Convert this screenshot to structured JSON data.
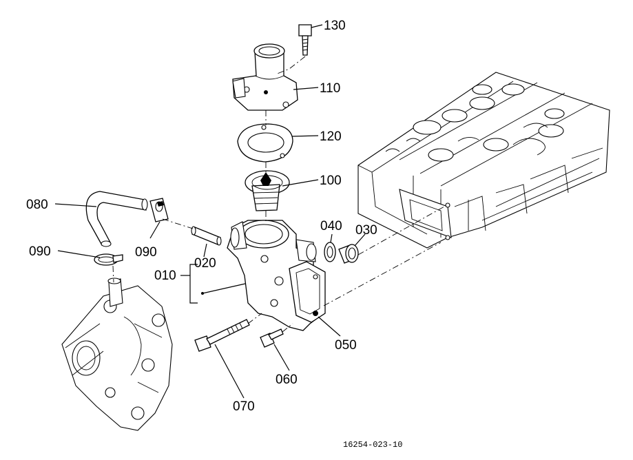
{
  "callouts": {
    "c010": "010",
    "c020": "020",
    "c030": "030",
    "c040": "040",
    "c050": "050",
    "c060": "060",
    "c070": "070",
    "c080": "080",
    "c090a": "090",
    "c090b": "090",
    "c100": "100",
    "c110": "110",
    "c120": "120",
    "c130": "130"
  },
  "drawing_code": "16254-023-10"
}
